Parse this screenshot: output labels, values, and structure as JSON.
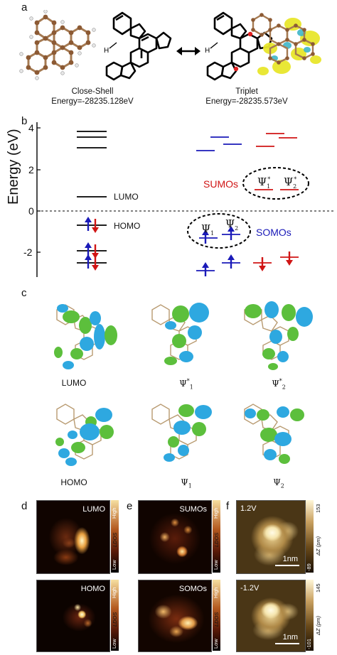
{
  "panels": {
    "a": "a",
    "b": "b",
    "c": "c",
    "d": "d",
    "e": "e",
    "f": "f"
  },
  "panel_a": {
    "closed_shell": {
      "title": "Close-Shell",
      "energy": "Energy=-28235.128eV",
      "h_label": "H"
    },
    "triplet": {
      "title": "Triplet",
      "energy": "Energy=-28235.573eV",
      "h_label": "H"
    }
  },
  "panel_b": {
    "y_axis_label": "Energy (eV)",
    "y_ticks": [
      "4",
      "2",
      "0",
      "-2"
    ],
    "labels": {
      "lumo": "LUMO",
      "homo": "HOMO",
      "sumos": "SUMOs",
      "somos": "SOMOs"
    },
    "psi_labels": {
      "psi1_star": "Ψ",
      "psi2_star": "Ψ",
      "psi1": "Ψ",
      "psi2": "Ψ",
      "sub1": "1",
      "sub2": "2",
      "star": "*"
    },
    "colors": {
      "spin_up": "#1a1ab8",
      "spin_down": "#d01515",
      "levels_closed": "#000000"
    }
  },
  "panel_c": {
    "captions": [
      "LUMO",
      "Ψ*1",
      "Ψ*2",
      "HOMO",
      "Ψ1",
      "Ψ2"
    ],
    "colors": {
      "positive": "#2ea8e0",
      "negative": "#5cbf3c"
    }
  },
  "panel_d": {
    "top_label": "LUMO",
    "bottom_label": "HOMO",
    "cbar": {
      "high": "High",
      "low": "Low",
      "quantity": "LDOS"
    }
  },
  "panel_e": {
    "top_label": "SUMOs",
    "bottom_label": "SOMOs",
    "cbar": {
      "high": "High",
      "low": "Low",
      "quantity": "LDOS"
    }
  },
  "panel_f": {
    "top_label": "1.2V",
    "bottom_label": "-1.2V",
    "scale_bar": "1nm",
    "top_cbar": {
      "max": "153",
      "min": "-89",
      "quantity": "ΔZ (pm)"
    },
    "bottom_cbar": {
      "max": "145",
      "min": "-101",
      "quantity": "ΔZ (pm)"
    }
  }
}
